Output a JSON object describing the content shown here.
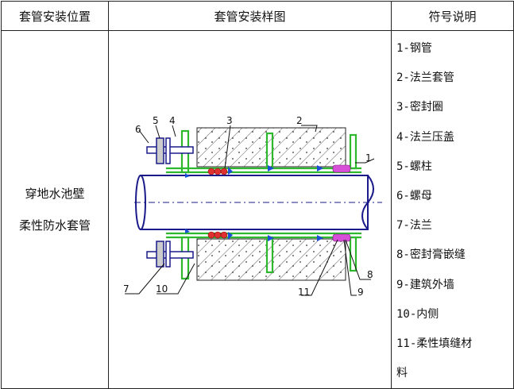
{
  "header": {
    "col1": "套管安装位置",
    "col2": "套管安装样图",
    "col3": "符号说明"
  },
  "location": {
    "line1": "穿地水池壁",
    "line2": "柔性防水套管"
  },
  "diagram": {
    "colors": {
      "outline": "#1a1a8a",
      "flange": "#2eb82e",
      "seal_ring": "#d62828",
      "sealant": "#cc33cc",
      "concrete": "#222222"
    },
    "callouts": [
      "1",
      "2",
      "3",
      "4",
      "5",
      "6",
      "7",
      "8",
      "9",
      "10",
      "11"
    ]
  },
  "legend": {
    "items": [
      "1-钢管",
      "2-法兰套管",
      "3-密封圈",
      "4-法兰压盖",
      "5-螺柱",
      "6-螺母",
      "7-法兰",
      "8-密封膏嵌缝",
      "9-建筑外墙",
      "10-内侧",
      "11-柔性填缝材",
      "料"
    ]
  }
}
